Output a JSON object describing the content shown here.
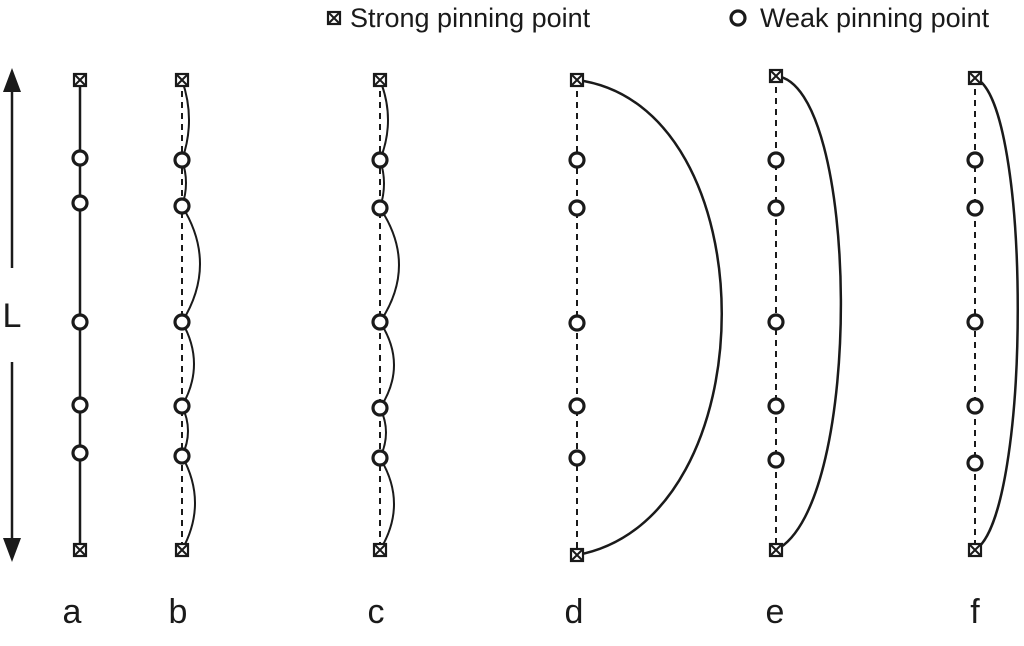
{
  "legend": {
    "strong_label": "Strong pinning point",
    "weak_label": "Weak pinning point"
  },
  "length_label": "L",
  "panels": [
    {
      "label": "a",
      "description_state": "straight pinned line"
    },
    {
      "label": "b",
      "description_state": "bowing between weak pins"
    },
    {
      "label": "c",
      "description_state": "partial breakaway"
    },
    {
      "label": "d",
      "description_state": "full bow between strong pins"
    },
    {
      "label": "e",
      "description_state": "relaxing bow"
    },
    {
      "label": "f",
      "description_state": "returning toward weak pins"
    }
  ],
  "colors": {
    "ink": "#1a1a1a",
    "background": "#ffffff"
  }
}
